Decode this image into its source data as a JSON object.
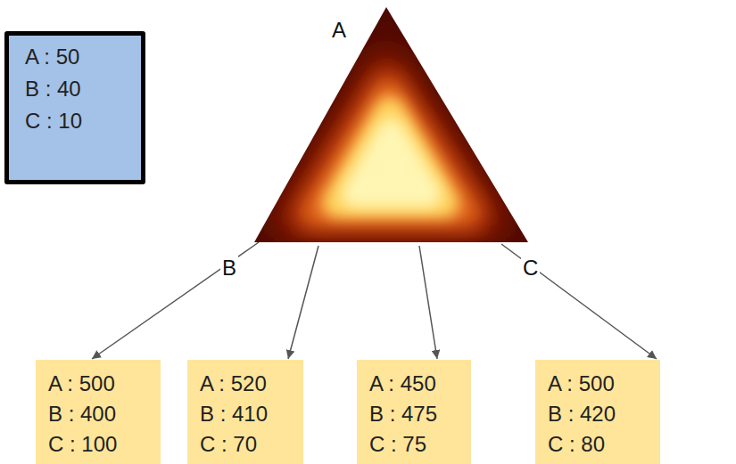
{
  "diagram": {
    "nodes": [
      {
        "text": [
          "A : 50",
          "B : 40",
          "C : 10"
        ]
      },
      {
        "text": [
          "A : 500",
          "B : 400",
          "C : 100"
        ]
      },
      {
        "text": [
          "A : 520",
          "B : 410",
          "C : 70"
        ]
      },
      {
        "text": [
          "A : 450",
          "B : 475",
          "C : 75"
        ]
      },
      {
        "text": [
          "A : 500",
          "B : 420",
          "C : 80"
        ]
      }
    ],
    "labels": [
      "A",
      "B",
      "C"
    ]
  }
}
